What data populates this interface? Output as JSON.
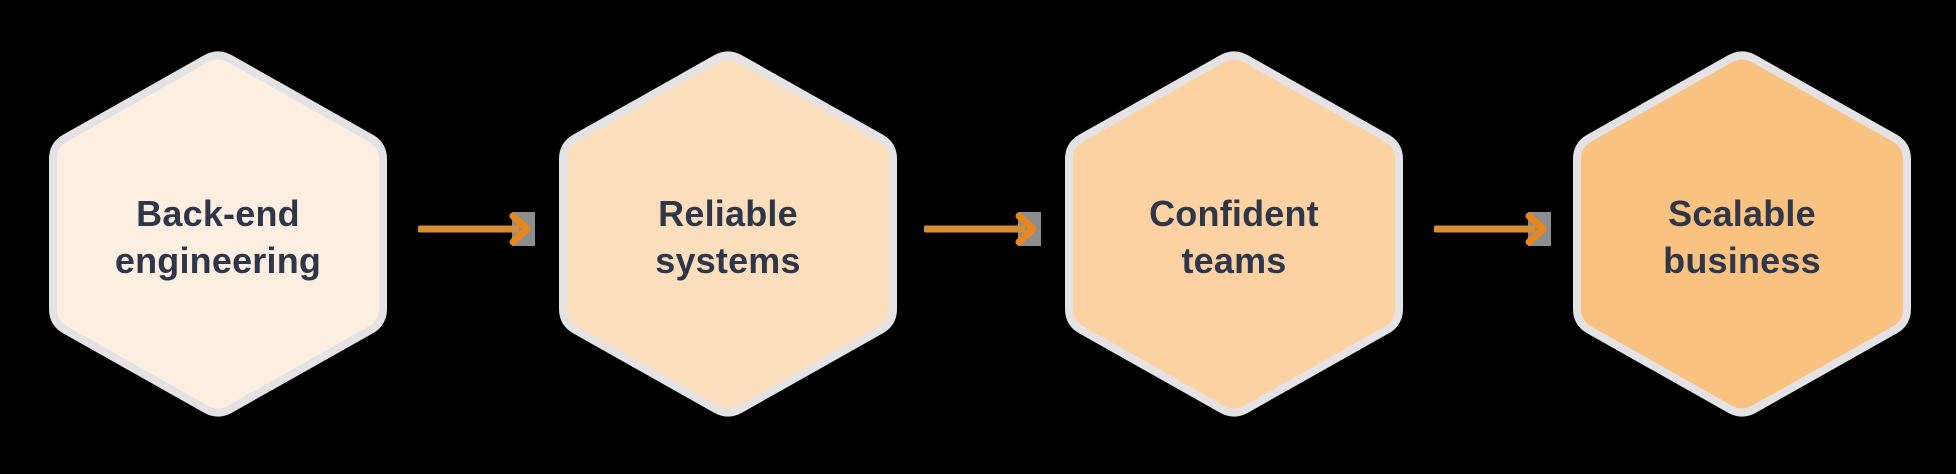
{
  "theme": {
    "background": "#000000",
    "hexagon_border": "#E5E2E6",
    "text_color": "#303649",
    "arrow_line": "#D68E35",
    "arrow_head": "#E8871F",
    "arrow_head_backdrop": "#8D8D8D"
  },
  "diagram": {
    "steps": [
      {
        "label": "Back-end engineering",
        "fill": "#FCEFE1"
      },
      {
        "label": "Reliable systems",
        "fill": "#FBDFBC"
      },
      {
        "label": "Confident teams",
        "fill": "#FCD2A2"
      },
      {
        "label": "Scalable business",
        "fill": "#F9C280"
      }
    ]
  }
}
